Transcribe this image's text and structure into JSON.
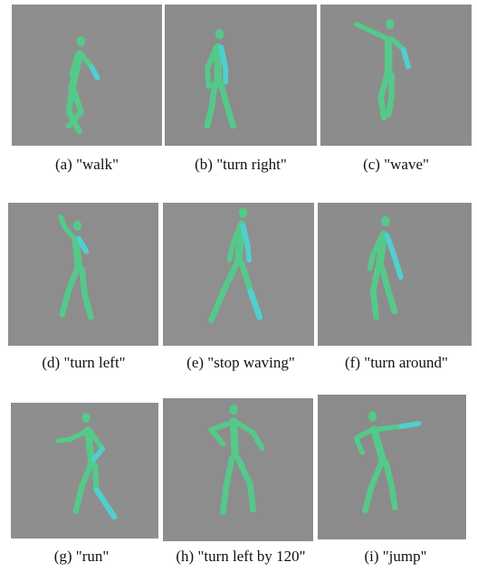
{
  "figure": {
    "panels": [
      {
        "letter": "(a)",
        "caption": "\"walk\"",
        "pose": "walk"
      },
      {
        "letter": "(b)",
        "caption": "\"turn right\"",
        "pose": "turn-right"
      },
      {
        "letter": "(c)",
        "caption": "\"wave\"",
        "pose": "wave"
      },
      {
        "letter": "(d)",
        "caption": "\"turn left\"",
        "pose": "turn-left"
      },
      {
        "letter": "(e)",
        "caption": "\"stop waving\"",
        "pose": "stop-waving"
      },
      {
        "letter": "(f)",
        "caption": "\"turn around\"",
        "pose": "turn-around"
      },
      {
        "letter": "(g)",
        "caption": "\"run\"",
        "pose": "run"
      },
      {
        "letter": "(h)",
        "caption": "\"turn left by 120\"",
        "pose": "turn-left-120"
      },
      {
        "letter": "(i)",
        "caption": "\"jump\"",
        "pose": "jump"
      }
    ],
    "colors": {
      "background_gray": "#8d8d8d",
      "figure_green": "#55c98a",
      "figure_cyan": "#4fd0cf"
    }
  }
}
